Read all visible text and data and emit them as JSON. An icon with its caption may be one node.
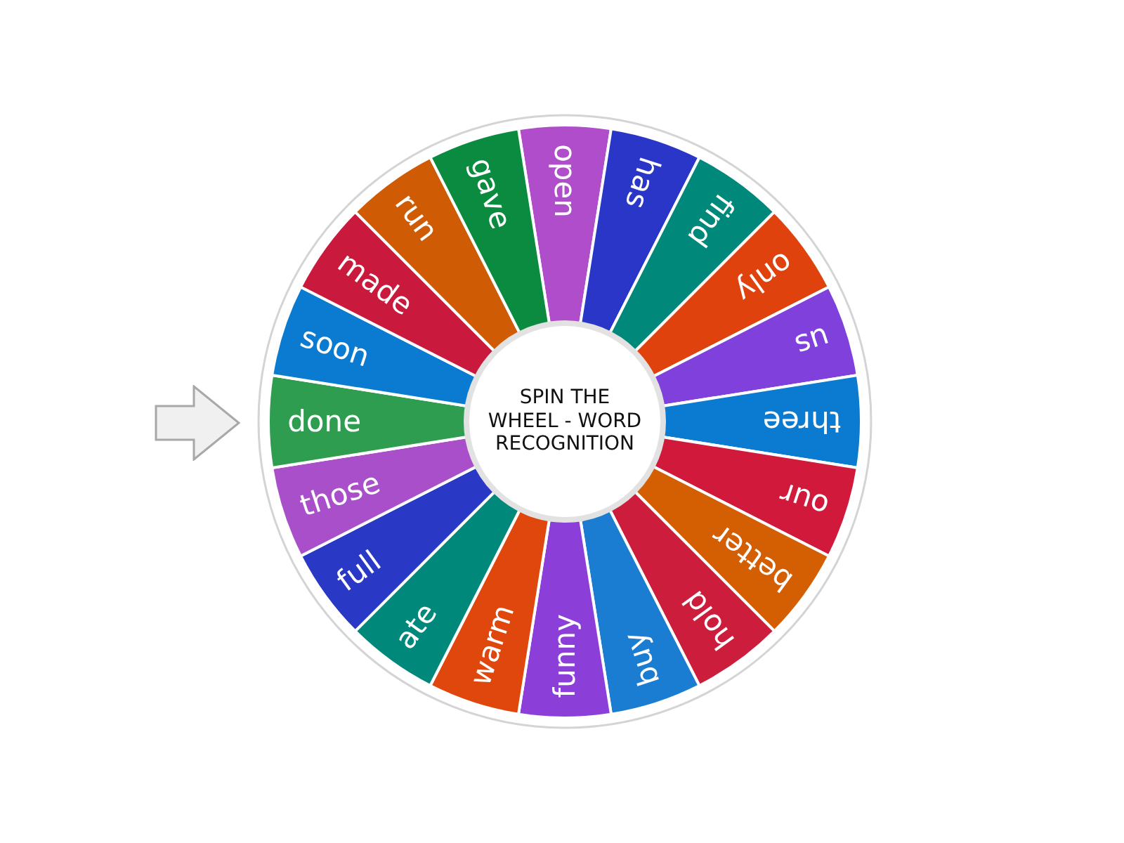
{
  "diagram": {
    "nodes": [
      {
        "text": [
          "open"
        ]
      },
      {
        "text": [
          "has"
        ]
      },
      {
        "text": [
          "find"
        ]
      },
      {
        "text": [
          "only"
        ]
      },
      {
        "text": [
          "us"
        ]
      },
      {
        "text": [
          "three"
        ]
      },
      {
        "text": [
          "our"
        ]
      },
      {
        "text": [
          "better"
        ]
      },
      {
        "text": [
          "hold"
        ]
      },
      {
        "text": [
          "buy"
        ]
      },
      {
        "text": [
          "funny"
        ]
      },
      {
        "text": [
          "warm"
        ]
      },
      {
        "text": [
          "ate"
        ]
      },
      {
        "text": [
          "full"
        ]
      },
      {
        "text": [
          "those"
        ]
      },
      {
        "text": [
          "done"
        ]
      },
      {
        "text": [
          "soon"
        ]
      },
      {
        "text": [
          "made"
        ]
      },
      {
        "text": [
          "run"
        ]
      },
      {
        "text": [
          "gave"
        ]
      },
      {
        "text": [
          "SPIN THE WHEEL - WORD RECOGNITION"
        ]
      }
    ]
  }
}
